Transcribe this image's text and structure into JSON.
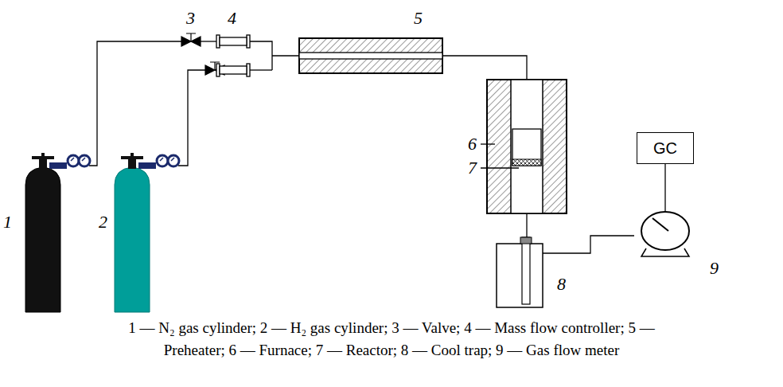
{
  "diagram": {
    "caption": "1 — N₂ gas cylinder; 2 — H₂ gas cylinder; 3 — Valve; 4 — Mass flow controller; 5 — Preheater; 6 — Furnace; 7 — Reactor; 8 — Cool trap; 9 — Gas flow meter",
    "nodes": [
      {
        "text": [
          "GC"
        ]
      }
    ],
    "labels": [
      "1",
      "2",
      "3",
      "4",
      "5",
      "6",
      "7",
      "8",
      "9"
    ]
  }
}
